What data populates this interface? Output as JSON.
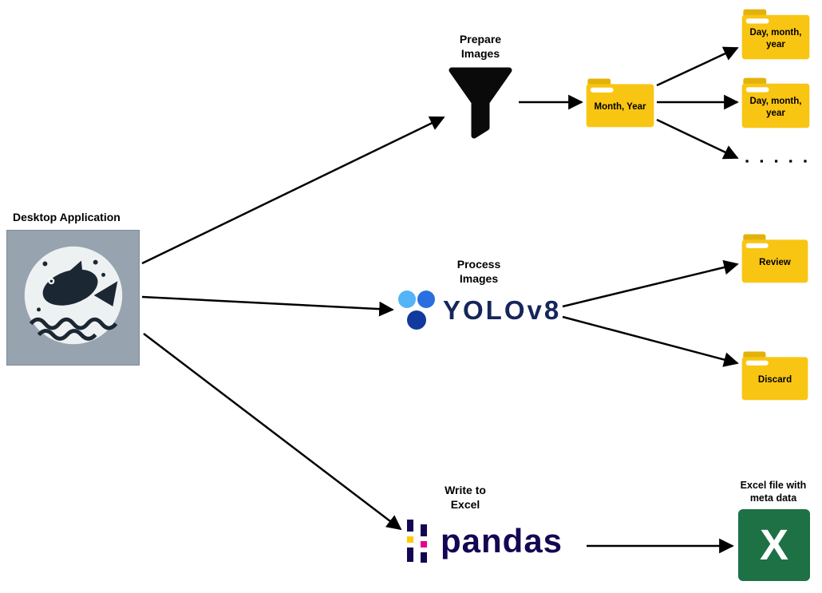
{
  "labels": {
    "desktop_app": "Desktop Application",
    "prepare_images": "Prepare\nImages",
    "process_images": "Process\nImages",
    "write_to_excel": "Write to\nExcel",
    "excel_file": "Excel file with\nmeta data",
    "ellipsis": "▪ ▪ ▪ ▪ ▪"
  },
  "folders": {
    "month_year": "Month, Year",
    "day_month_year_top": "Day, month,\nyear",
    "day_month_year_bottom": "Day, month,\nyear",
    "review": "Review",
    "discard": "Discard"
  },
  "logos": {
    "yolo": "YOLOv8",
    "pandas": "pandas",
    "excel_letter": "X"
  },
  "colors": {
    "folder_gold": "#F9C513",
    "folder_tab_gold": "#E3B20A",
    "excel_green": "#1E7145",
    "yolo_navy": "#16265C",
    "pandas_navy": "#130754",
    "pandas_pink": "#E70488",
    "pandas_yellow": "#FFCA00",
    "arrow_black": "#000000",
    "app_background_gray": "#97A3AE"
  }
}
